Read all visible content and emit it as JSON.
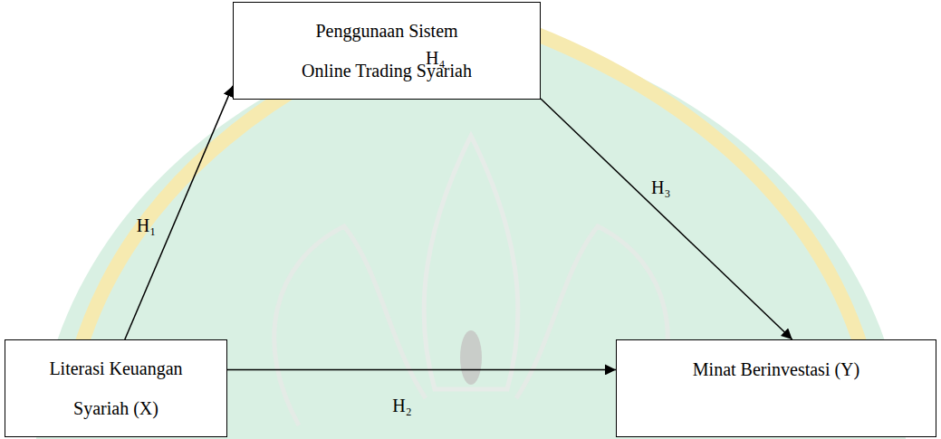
{
  "diagram": {
    "nodes": [
      {
        "text": [
          "Penggunaan Sistem Online Trading Syariah"
        ]
      },
      {
        "text": [
          "Literasi Keuangan Syariah (X)"
        ]
      },
      {
        "text": [
          "Minat Berinvestasi (Y)"
        ]
      }
    ],
    "edges": [
      {
        "from": 1,
        "to": 0,
        "arrow": "to",
        "label": "H₁"
      },
      {
        "from": 1,
        "to": 2,
        "arrow": "to",
        "label": "H₂"
      },
      {
        "from": 0,
        "to": 2,
        "arrow": "to",
        "label": "H₃"
      }
    ],
    "labels": [
      "H₄"
    ]
  }
}
